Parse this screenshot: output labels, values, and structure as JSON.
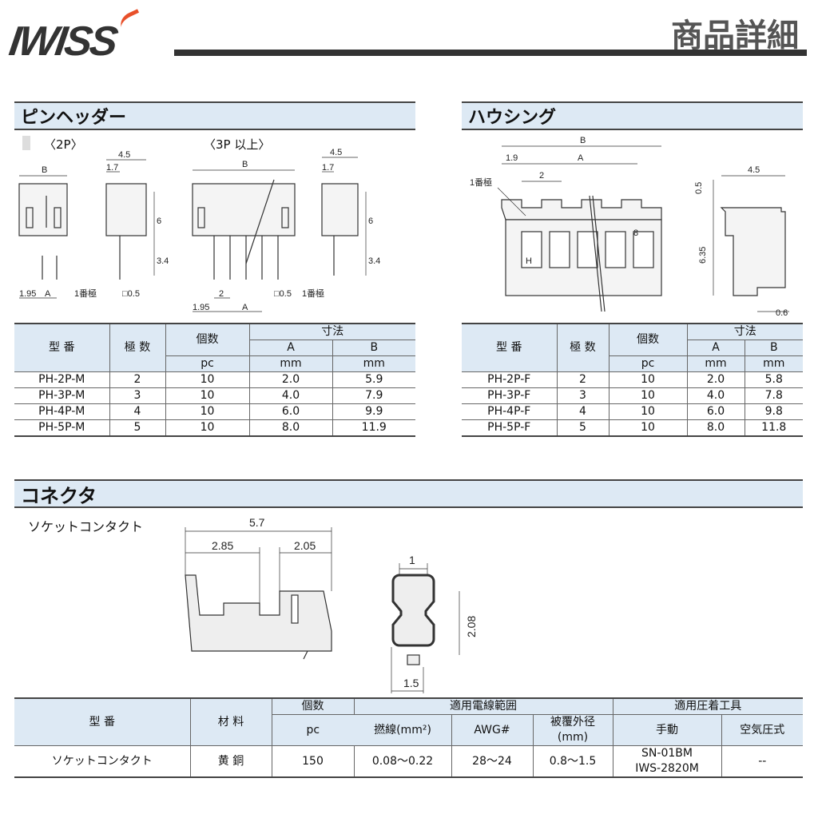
{
  "header": {
    "logo": "IWISS",
    "title": "商品詳細"
  },
  "pin_header": {
    "title": "ピンヘッダー",
    "label_2p": "〈2P〉",
    "label_3p": "〈3P 以上〉",
    "dims": {
      "b": "B",
      "a": "A",
      "w45": "4.5",
      "w17": "1.7",
      "h6": "6",
      "h34": "3.4",
      "d195": "1.95",
      "d2": "2",
      "sq05": "□0.5",
      "pole1": "1番極"
    },
    "table": {
      "headers": {
        "model": "型 番",
        "poles": "極 数",
        "qty": "個数",
        "dim": "寸法",
        "a": "A",
        "b": "B",
        "pc": "pc",
        "mm_a": "mm",
        "mm_b": "mm"
      },
      "rows": [
        {
          "model": "PH-2P-M",
          "poles": "2",
          "qty": "10",
          "a": "2.0",
          "b": "5.9"
        },
        {
          "model": "PH-3P-M",
          "poles": "3",
          "qty": "10",
          "a": "4.0",
          "b": "7.9"
        },
        {
          "model": "PH-4P-M",
          "poles": "4",
          "qty": "10",
          "a": "6.0",
          "b": "9.9"
        },
        {
          "model": "PH-5P-M",
          "poles": "5",
          "qty": "10",
          "a": "8.0",
          "b": "11.9"
        }
      ]
    }
  },
  "housing": {
    "title": "ハウシング",
    "dims": {
      "b": "B",
      "a": "A",
      "d19": "1.9",
      "d2": "2",
      "pole1": "1番極",
      "w45": "4.5",
      "d05": "0.5",
      "h635": "6.35",
      "d06": "0.6",
      "h": "H",
      "eight": "8"
    },
    "table": {
      "headers": {
        "model": "型 番",
        "poles": "極 数",
        "qty": "個数",
        "dim": "寸法",
        "a": "A",
        "b": "B",
        "pc": "pc",
        "mm_a": "mm",
        "mm_b": "mm"
      },
      "rows": [
        {
          "model": "PH-2P-F",
          "poles": "2",
          "qty": "10",
          "a": "2.0",
          "b": "5.8"
        },
        {
          "model": "PH-3P-F",
          "poles": "3",
          "qty": "10",
          "a": "4.0",
          "b": "7.8"
        },
        {
          "model": "PH-4P-F",
          "poles": "4",
          "qty": "10",
          "a": "6.0",
          "b": "9.8"
        },
        {
          "model": "PH-5P-F",
          "poles": "5",
          "qty": "10",
          "a": "8.0",
          "b": "11.8"
        }
      ]
    }
  },
  "connector": {
    "title": "コネクタ",
    "subtitle": "ソケットコンタクト",
    "dims": {
      "total": "5.7",
      "left": "2.85",
      "right": "2.05",
      "w1": "1",
      "h208": "2.08",
      "w15": "1.5"
    },
    "table": {
      "headers": {
        "model": "型 番",
        "material": "材 料",
        "qty": "個数",
        "pc": "pc",
        "wire_range": "適用電線範囲",
        "strand": "撚線(mm²)",
        "awg": "AWG#",
        "outer": "被覆外径",
        "outer_unit": "(mm)",
        "tool": "適用圧着工具",
        "manual": "手動",
        "pneumatic": "空気圧式"
      },
      "row": {
        "model": "ソケットコンタクト",
        "material": "黄 銅",
        "qty": "150",
        "strand": "0.08～0.22",
        "awg": "28～24",
        "outer": "0.8～1.5",
        "manual1": "SN-01BM",
        "manual2": "IWS-2820M",
        "pneumatic": "--"
      }
    }
  }
}
